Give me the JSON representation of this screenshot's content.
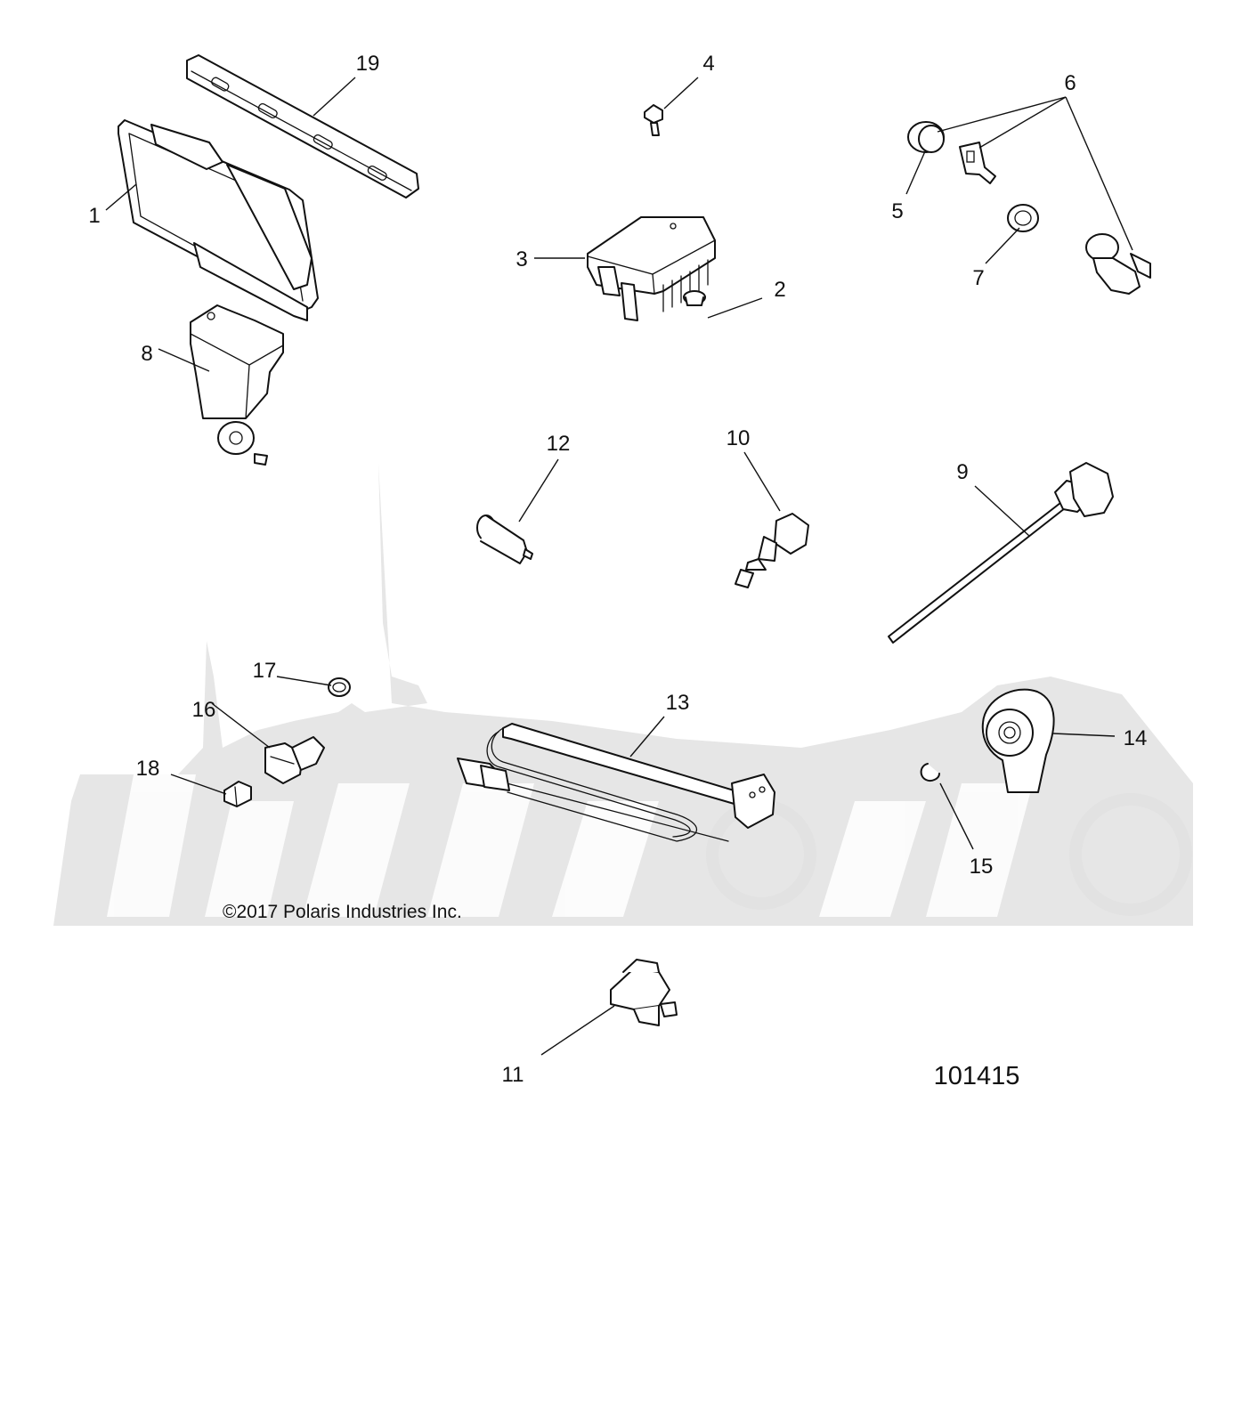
{
  "diagram": {
    "callouts": [
      "1",
      "2",
      "3",
      "4",
      "5",
      "6",
      "7",
      "8",
      "9",
      "10",
      "11",
      "12",
      "13",
      "14",
      "15",
      "16",
      "17",
      "18",
      "19"
    ],
    "copyright": "©2017 Polaris Industries Inc.",
    "reference_number": "101415"
  }
}
